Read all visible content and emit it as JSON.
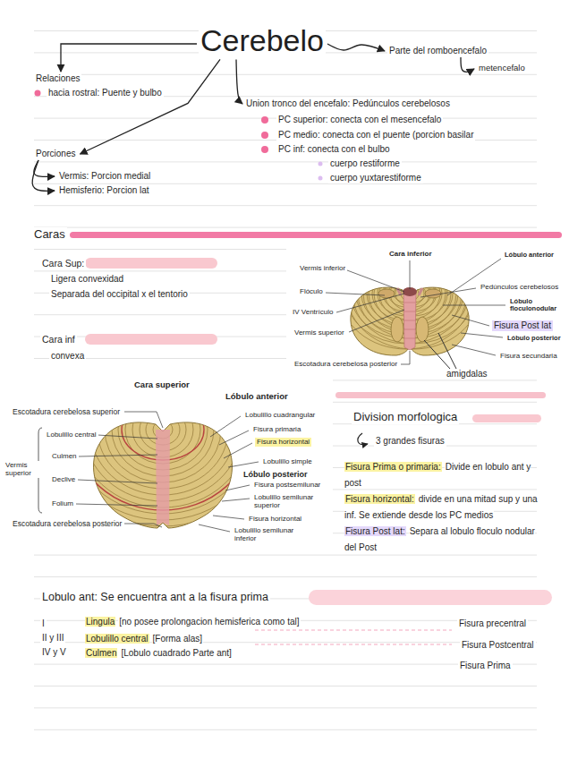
{
  "diagram": {
    "nodes": [
      {
        "text": [
          "Cerebelo"
        ]
      },
      {
        "text": [
          "Parte del romboencefalo"
        ]
      },
      {
        "text": [
          "metencefalo"
        ]
      },
      {
        "text": [
          "Relaciones"
        ]
      },
      {
        "text": [
          "Union tronco del encefalo: Pedúnculos cerebelosos"
        ]
      },
      {
        "text": [
          "Porciones"
        ]
      },
      {
        "text": [
          "Vermis: Porcion medial"
        ]
      },
      {
        "text": [
          "Hemisferio: Porcion lat"
        ]
      }
    ],
    "edges": [
      {
        "from": 0,
        "to": 1,
        "arrow": "to"
      },
      {
        "from": 1,
        "to": 2,
        "arrow": "to"
      },
      {
        "from": 0,
        "to": 3,
        "arrow": "to"
      },
      {
        "from": 0,
        "to": 4,
        "arrow": "to"
      },
      {
        "from": 0,
        "to": 5,
        "arrow": "to"
      },
      {
        "from": 5,
        "to": 6,
        "arrow": "to"
      },
      {
        "from": 5,
        "to": 7,
        "arrow": "to"
      }
    ],
    "labels": [
      "hacia rostral: Puente y bulbo",
      "PC superior: conecta con el mesencefalo",
      "PC medio: conecta con el puente (porcion basilar",
      "PC inf: conecta con el bulbo",
      "cuerpo restiforme",
      "cuerpo yuxtarestiforme",
      "Caras",
      "Cara Sup:",
      "Ligera convexidad",
      "Separada del occipital x el tentorio",
      "Cara inf",
      "convexa",
      "Cara inferior",
      "Lóbulo anterior",
      "Vermis inferior",
      "Pedúnculos cerebelosos",
      "Flóculo",
      "Lóbulo floculonodular",
      "IV Ventrículo",
      "Fisura Post lat",
      "Vermis superior",
      "Lóbulo posterior",
      "Fisura secundaria",
      "Escotadura cerebelosa posterior",
      "amigdalas",
      "Cara superior",
      "Lóbulo anterior",
      "Division morfologica",
      "3 grandes fisuras",
      "Escotadura cerebelosa superior",
      "Lobulillo cuadrangular",
      "Fisura primaria",
      "Lobulillo central",
      "Fisura horizontal",
      "Culmen",
      "Lobulillo simple",
      "Vermis superior",
      "Lóbulo posterior",
      "Declive",
      "Fisura postsemilunar",
      "Lobulillo semilunar superior",
      "Folium",
      "Fisura horizontal",
      "Escotadura cerebelosa posterior",
      "Lobulillo semilunar inferior",
      "Fisura Prima o primaria:",
      "Divide en lobulo ant y post",
      "Fisura horizontal:",
      "divide en una mitad sup y una inf. Se extiende desde los PC medios",
      "Fisura Post lat:",
      "Separa al lobulo floculo nodular del Post",
      "Lobulo ant: Se encuentra ant a la fisura prima",
      "I",
      "Lingula",
      "[no posee prolongacion hemisferica como tal]",
      "Fisura precentral",
      "II y III",
      "Lobulillo central",
      "[Forma alas]",
      "Fisura Postcentral",
      "IV y V",
      "Culmen",
      "[Lobulo cuadrado Parte ant]",
      "Fisura Prima"
    ]
  }
}
